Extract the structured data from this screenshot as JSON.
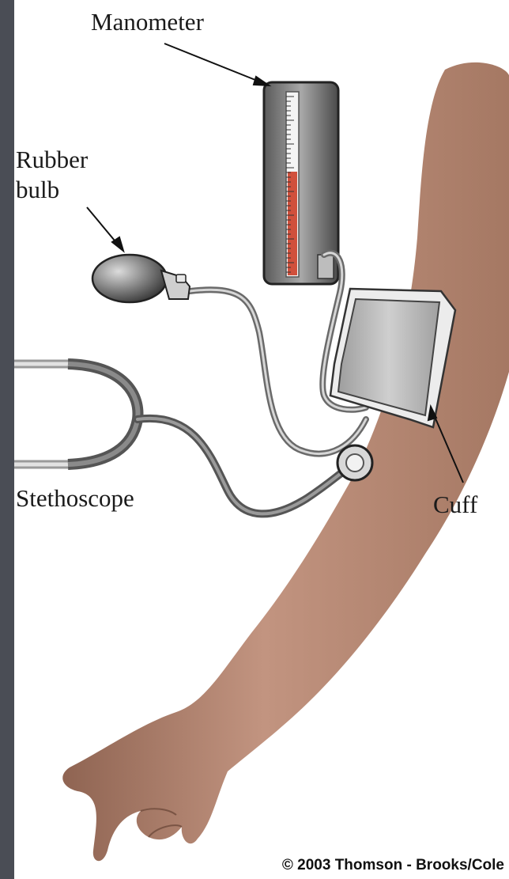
{
  "labels": {
    "manometer": "Manometer",
    "rubber_bulb_line1": "Rubber",
    "rubber_bulb_line2": "bulb",
    "stethoscope": "Stethoscope",
    "cuff": "Cuff"
  },
  "copyright": "© 2003 Thomson - Brooks/Cole",
  "colors": {
    "background": "#4a4d55",
    "skin": "#b88a74",
    "device_gray": "#8c8c8c",
    "mercury": "#d0503c",
    "cuff": "#c8c8c8"
  },
  "manometer_fill_fraction": 0.58
}
